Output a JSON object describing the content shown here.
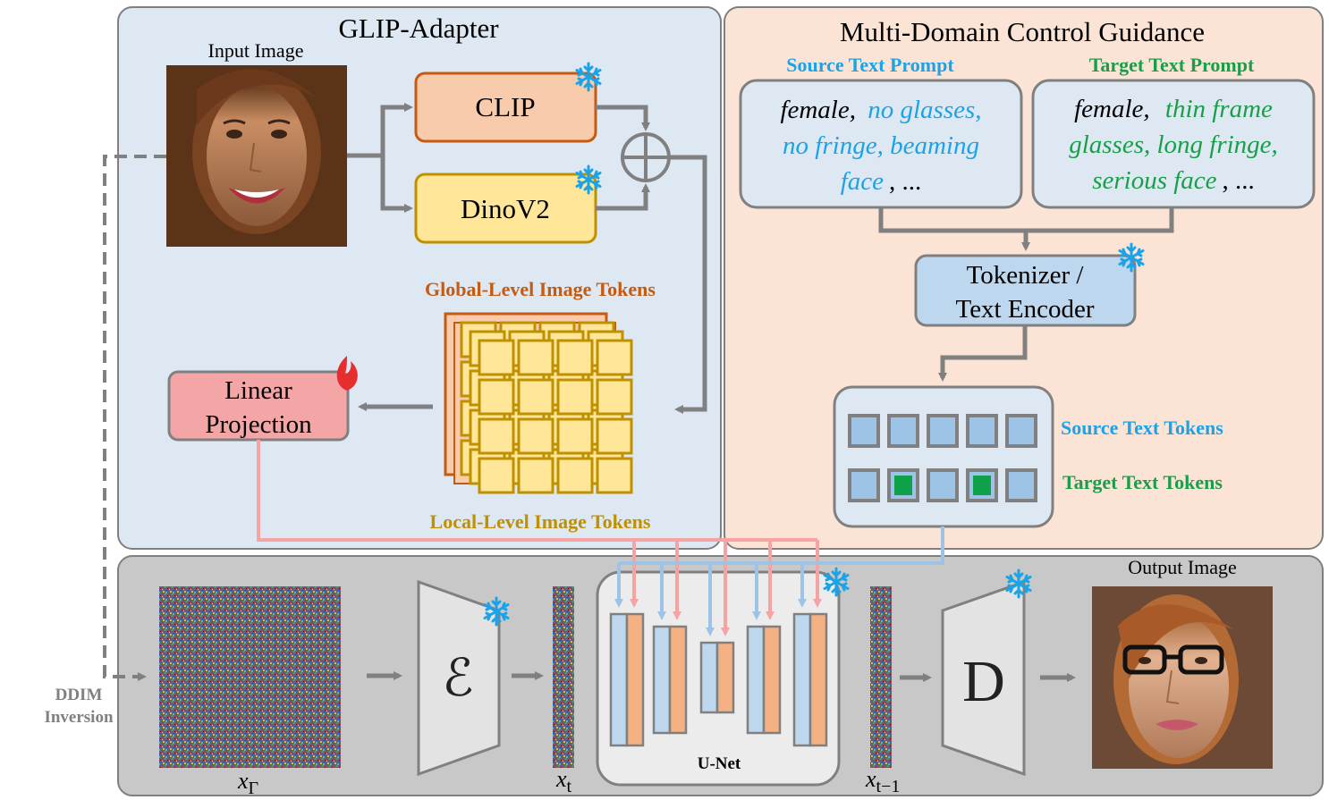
{
  "glip": {
    "title": "GLIP-Adapter",
    "input_label": "Input Image",
    "clip": "CLIP",
    "dino": "DinoV2",
    "global_tokens": "Global-Level Image Tokens",
    "local_tokens": "Local-Level Image Tokens",
    "linear_line1": "Linear",
    "linear_line2": "Projection"
  },
  "guidance": {
    "title": "Multi-Domain Control Guidance",
    "source_label": "Source Text Prompt",
    "target_label": "Target Text Prompt",
    "source_prompt": {
      "w1": "female,",
      "w2": "no glasses,",
      "w3": "no fringe, beaming",
      "w4": "face",
      "w5": ", ..."
    },
    "target_prompt": {
      "w1": "female,",
      "w2": "thin frame",
      "w3": "glasses,  long fringe,",
      "w4": "serious face",
      "w5": ", ..."
    },
    "tokenizer_line1": "Tokenizer /",
    "tokenizer_line2": "Text Encoder",
    "source_tokens": "Source Text Tokens",
    "target_tokens": "Target Text Tokens"
  },
  "diffusion": {
    "ddim_line1": "DDIM",
    "ddim_line2": "Inversion",
    "encoder": "ℰ",
    "decoder": "D",
    "unet": "U-Net",
    "output_label": "Output Image",
    "x_big": "x",
    "x_big_sub": "Γ",
    "xt": "x",
    "xt_sub": "t",
    "xt1": "x",
    "xt1_sub": "t−1"
  },
  "colors": {
    "glip_bg": "#dde8f3",
    "guidance_bg": "#fbe4d6",
    "bottom_bg": "#c8c8c8",
    "clip_fill": "#f8cbad",
    "dino_fill": "#ffe699",
    "linear_fill": "#f4a6a6",
    "blue_text": "#1aa3e8",
    "green_text": "#1a9e4a",
    "orange_text": "#c55a11",
    "gold_text": "#bf9000",
    "pink_line": "#f5a3a3",
    "blue_line": "#9dc3e6"
  }
}
